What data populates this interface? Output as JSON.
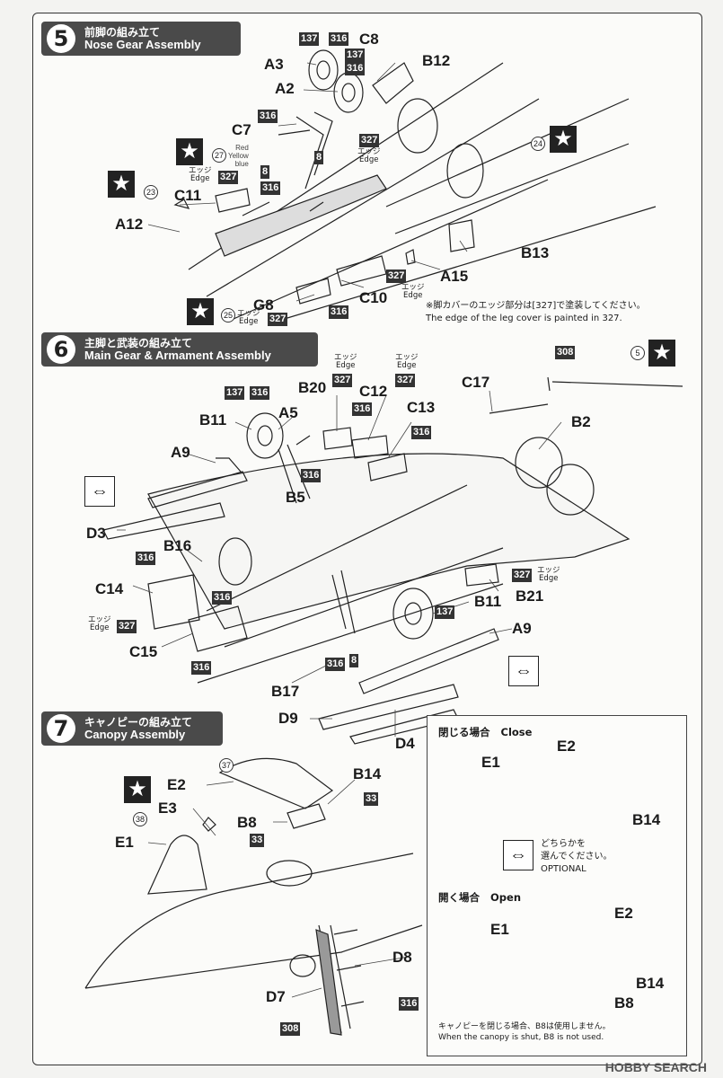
{
  "steps": [
    {
      "num": "5",
      "ja": "前脚の組み立て",
      "en": "Nose Gear Assembly"
    },
    {
      "num": "6",
      "ja": "主脚と武装の組み立て",
      "en": "Main Gear & Armament Assembly"
    },
    {
      "num": "7",
      "ja": "キャノピーの組み立て",
      "en": "Canopy Assembly"
    }
  ],
  "step5": {
    "parts": [
      "A3",
      "A2",
      "C8",
      "B12",
      "C7",
      "C11",
      "A12",
      "B13",
      "A15",
      "C10",
      "G8"
    ],
    "paints": [
      "137",
      "316",
      "137",
      "316",
      "327",
      "8",
      "8",
      "327",
      "316",
      "327",
      "316",
      "327"
    ],
    "circled": [
      "27",
      "23",
      "24",
      "25"
    ],
    "color_tags": [
      "Red",
      "Yellow",
      "blue"
    ],
    "edge_ja": "エッジ",
    "edge_en": "Edge",
    "note_ja": "※脚カバーのエッジ部分は[327]で塗装してください。",
    "note_en": "The edge of the leg cover is painted in 327."
  },
  "step6": {
    "parts": [
      "B11",
      "A5",
      "B20",
      "C12",
      "C13",
      "C17",
      "B2",
      "A9",
      "D3",
      "B5",
      "B16",
      "C14",
      "C15",
      "B21",
      "B11",
      "A9",
      "B17",
      "D9",
      "D4"
    ],
    "paints": [
      "308",
      "137",
      "316",
      "327",
      "316",
      "327",
      "316",
      "316",
      "316",
      "327",
      "316",
      "327",
      "137",
      "316",
      "8"
    ],
    "circled": [
      "5"
    ]
  },
  "step7": {
    "parts": [
      "E2",
      "B14",
      "E3",
      "B8",
      "E1",
      "D8",
      "D7"
    ],
    "paints": [
      "33",
      "33",
      "316",
      "308"
    ],
    "circled": [
      "37",
      "38"
    ],
    "inset": {
      "close_ja": "閉じる場合",
      "close_en": "Close",
      "close_parts": [
        "E1",
        "E2",
        "B14"
      ],
      "optional_ja1": "どちらかを",
      "optional_ja2": "選んでください。",
      "optional_en": "OPTIONAL",
      "open_ja": "開く場合",
      "open_en": "Open",
      "open_parts": [
        "E1",
        "E2",
        "B14",
        "B8"
      ],
      "note_ja": "キャノピーを閉じる場合、B8は使用しません。",
      "note_en": "When the canopy is shut, B8 is not used."
    }
  },
  "watermark": "HOBBY SEARCH",
  "icons": {
    "star": "★",
    "swap": "⇔"
  }
}
